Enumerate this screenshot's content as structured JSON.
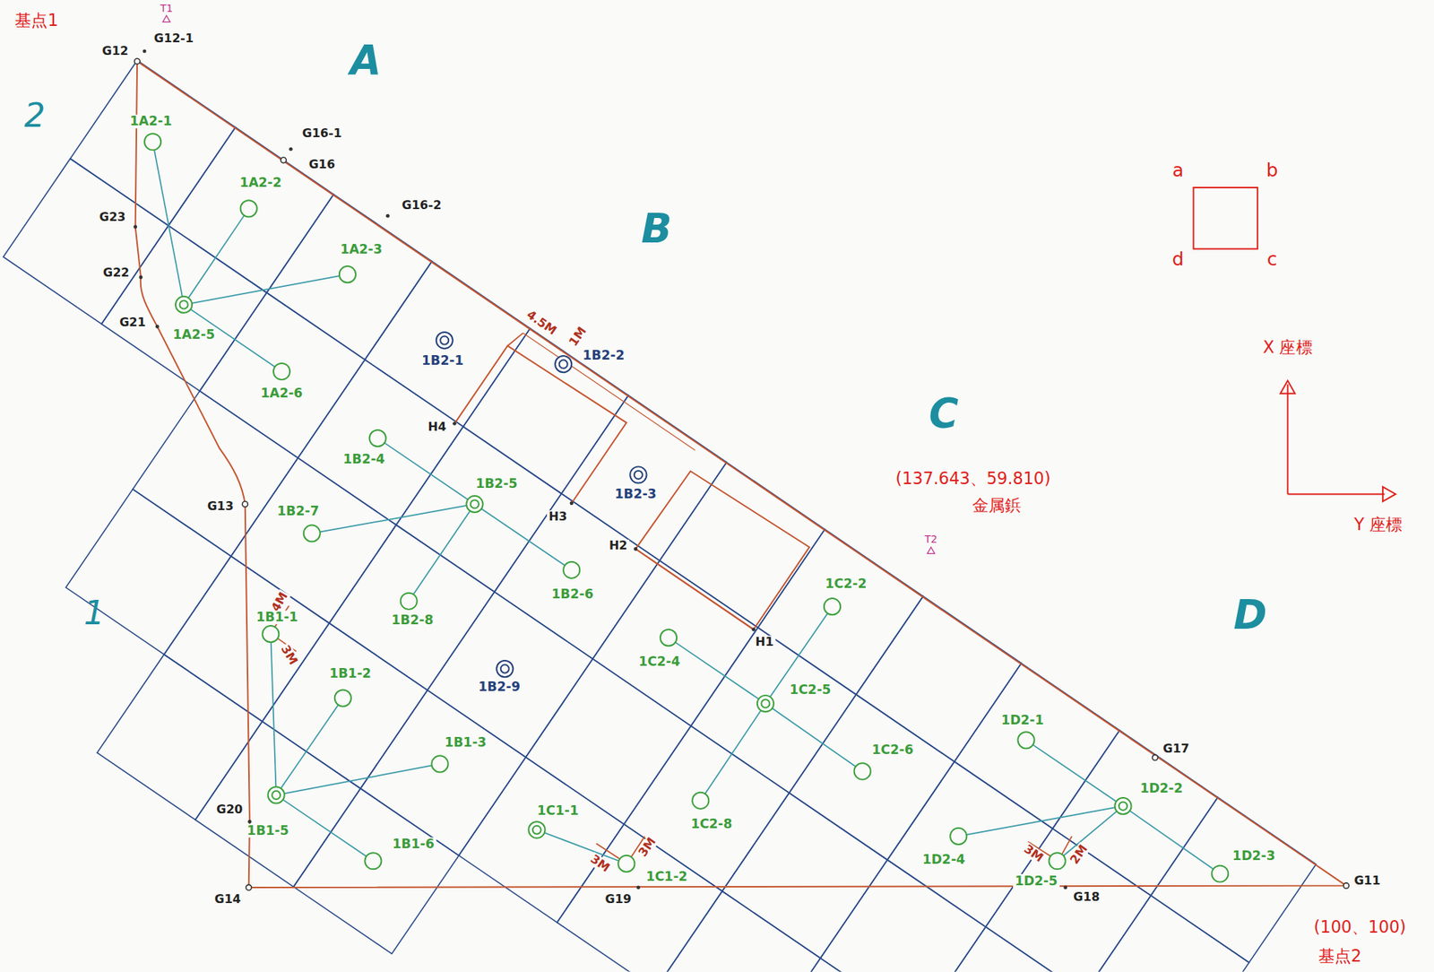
{
  "diagram": {
    "labels": [
      "基点1",
      "T1",
      "G12",
      "G12-1",
      "A",
      "2",
      "1A2-1",
      "G16-1",
      "G16",
      "G16-2",
      "1A2-2",
      "B",
      "G23",
      "1A2-3",
      "G22",
      "G21",
      "1A2-5",
      "1B2-1",
      "4.5M",
      "1M",
      "1B2-2",
      "1A2-6",
      "C",
      "H4",
      "1B2-4",
      "1B2-5",
      "1B2-3",
      "(137.643、59.810)",
      "金属鋲",
      "T2",
      "G13",
      "1B2-7",
      "H3",
      "H2",
      "1B2-6",
      "1C2-2",
      "1B2-8",
      "D",
      "1",
      "4M",
      "1B1-1",
      "H1",
      "3M",
      "1C2-4",
      "1C2-5",
      "1B1-2",
      "1B2-9",
      "1D2-1",
      "1B1-3",
      "1C2-6",
      "G17",
      "1C2-8",
      "1D2-2",
      "G20",
      "1B1-5",
      "1C1-1",
      "1B1-6",
      "3M",
      "3M",
      "1D2-4",
      "3M",
      "2M",
      "1D2-3",
      "G14",
      "G19",
      "1C1-2",
      "1D2-5",
      "G18",
      "G11",
      "(100、100)",
      "基点2",
      "a",
      "b",
      "c",
      "d",
      "X 座標",
      "Y 座標"
    ]
  }
}
